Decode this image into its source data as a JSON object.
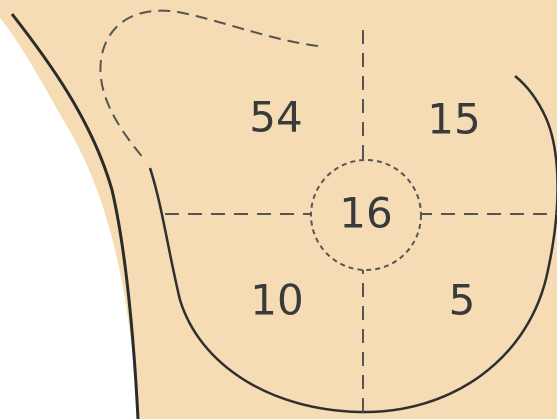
{
  "colors": {
    "background": "#ffffff",
    "tissue": "#f5dcb4",
    "line": "#333333"
  },
  "quadrants": {
    "upper_outer": "54",
    "upper_inner": "15",
    "central": "16",
    "lower_outer": "10",
    "lower_inner": "5"
  }
}
